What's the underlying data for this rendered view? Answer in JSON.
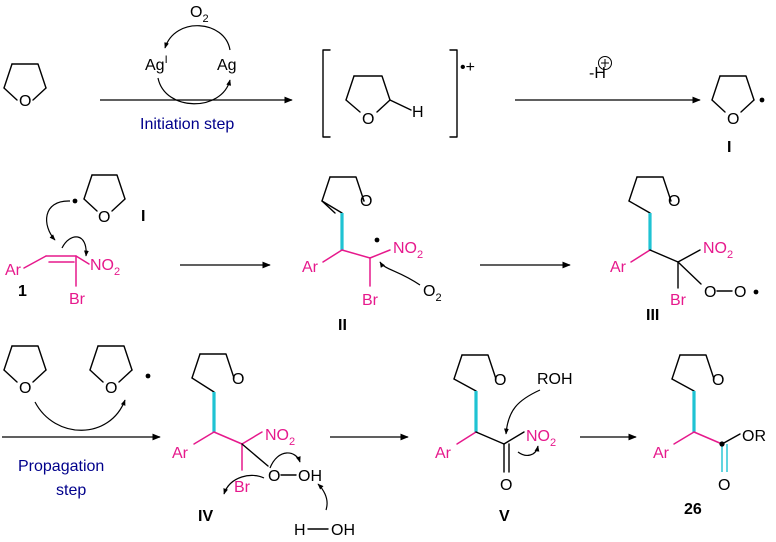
{
  "catalyst": {
    "o2": "O",
    "o2_sub": "2",
    "agI": "Ag",
    "agI_sup": "I",
    "ag": "Ag"
  },
  "initiation_label": "Initiation step",
  "propagation_label_1": "Propagation",
  "propagation_label_2": "step",
  "radical_cation_charge": "•+",
  "deprotonation": {
    "text": "-H",
    "plus": "+"
  },
  "atoms": {
    "O": "O",
    "H": "H",
    "Ar": "Ar",
    "Br": "Br",
    "N": "NO",
    "two": "2",
    "OR": "OR",
    "ROH": "ROH",
    "OH": "OH",
    "HOH_H": "H",
    "HOH_OH": "OH",
    "O2": "O"
  },
  "compound_labels": {
    "I": "I",
    "one": "1",
    "II": "II",
    "III": "III",
    "IV": "IV",
    "V": "V",
    "product": "26"
  },
  "colors": {
    "magenta": "#e6198c",
    "cyan": "#1fc3d3",
    "blue_text": "#00008b",
    "black": "#000000"
  }
}
